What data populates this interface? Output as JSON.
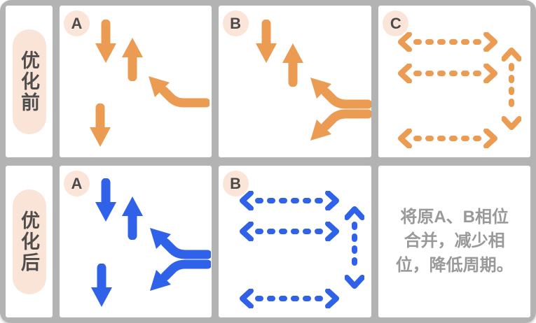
{
  "colors": {
    "orange": "#EB9B52",
    "blue": "#2F62E8",
    "frame_gray": "#B3B3B3",
    "badge_bg": "#FBE4D8",
    "badge_text": "#4A4A4A",
    "pill_bg": "#FAE3D7",
    "label_text": "#4D4D4D",
    "note_text": "#999999"
  },
  "rows": [
    {
      "label": "优化前",
      "panels": [
        {
          "badge": "A",
          "movements": [
            "down-through",
            "up-through",
            "left-turn-to-northwest",
            "down-through"
          ]
        },
        {
          "badge": "B",
          "movements": [
            "down-through",
            "up-through",
            "left-turn-to-northwest",
            "left-turn-to-southwest"
          ]
        },
        {
          "badge": "C",
          "movements": [
            "dashed-two-way-horizontal",
            "dashed-two-way-horizontal",
            "dashed-two-way-vertical",
            "dashed-two-way-horizontal"
          ]
        }
      ]
    },
    {
      "label": "优化后",
      "panels": [
        {
          "badge": "A",
          "movements": [
            "down-through",
            "up-through",
            "left-turn-to-northwest",
            "left-turn-to-southwest",
            "down-through"
          ]
        },
        {
          "badge": "B",
          "movements": [
            "dashed-two-way-horizontal",
            "dashed-two-way-horizontal",
            "dashed-two-way-vertical",
            "dashed-two-way-horizontal"
          ]
        },
        {
          "note": true
        }
      ]
    }
  ],
  "note": {
    "text": "将原A、B相位合并，减少相位，降低周期。",
    "lines": [
      "将原A、B相位",
      "合并，减少相",
      "位，降低周期。"
    ]
  }
}
